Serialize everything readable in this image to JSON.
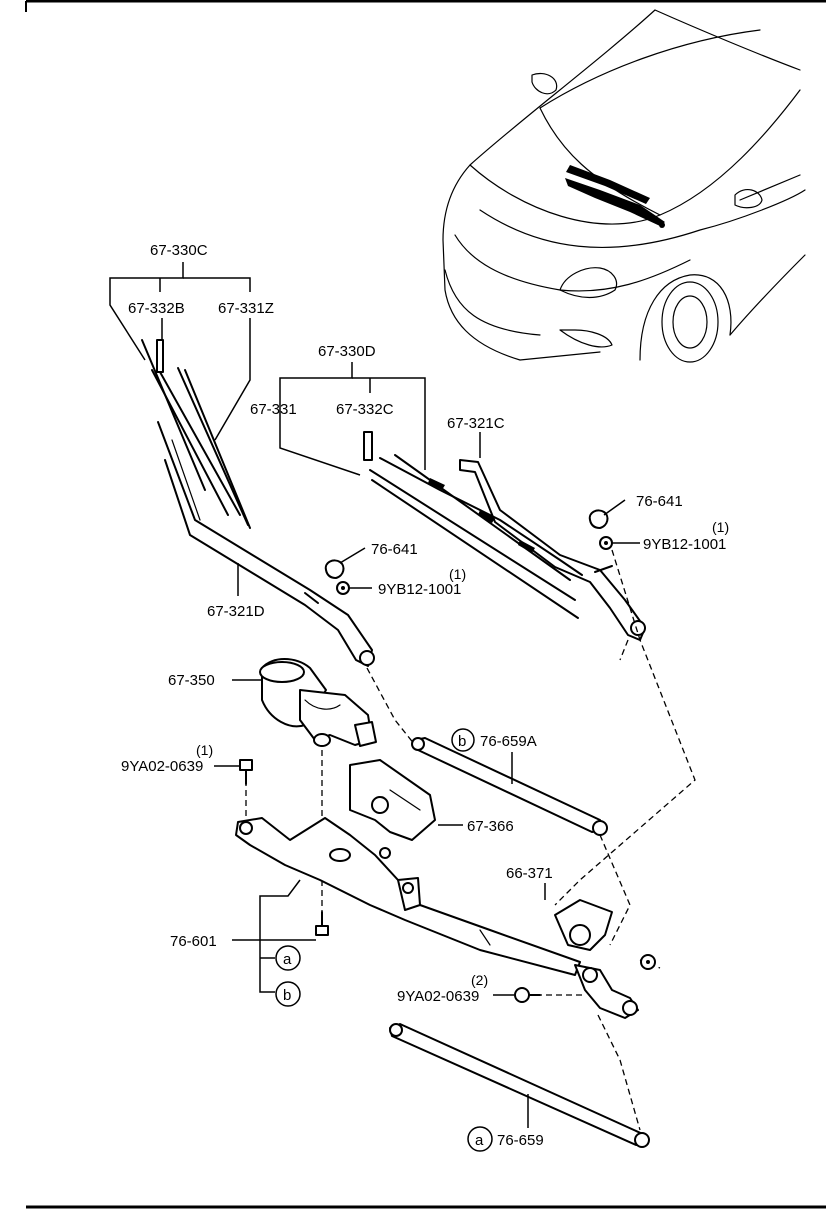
{
  "labels": {
    "p67_330C": "67-330C",
    "p67_332B": "67-332B",
    "p67_331Z": "67-331Z",
    "p67_330D": "67-330D",
    "p67_331": "67-331",
    "p67_332C": "67-332C",
    "p67_321C": "67-321C",
    "p76_641_right": "76-641",
    "qty_right_nut": "(1)",
    "p9YB12_1001_right": "9YB12-1001",
    "p76_641_left": "76-641",
    "qty_left_nut": "(1)",
    "p9YB12_1001_left": "9YB12-1001",
    "p67_321D": "67-321D",
    "p67_350": "67-350",
    "qty_motor_bolt": "(1)",
    "p9YA02_0639_top": "9YA02-0639",
    "callout_b_upper": "b",
    "p76_659A": "76-659A",
    "p67_366": "67-366",
    "p66_371": "66-371",
    "p76_601": "76-601",
    "callout_a_mid": "a",
    "callout_b_mid": "b",
    "qty_lower_bolt": "(2)",
    "p9YA02_0639_bottom": "9YA02-0639",
    "callout_a_lower": "a",
    "p76_659": "76-659"
  },
  "colors": {
    "ink": "#000000",
    "paper": "#ffffff"
  }
}
